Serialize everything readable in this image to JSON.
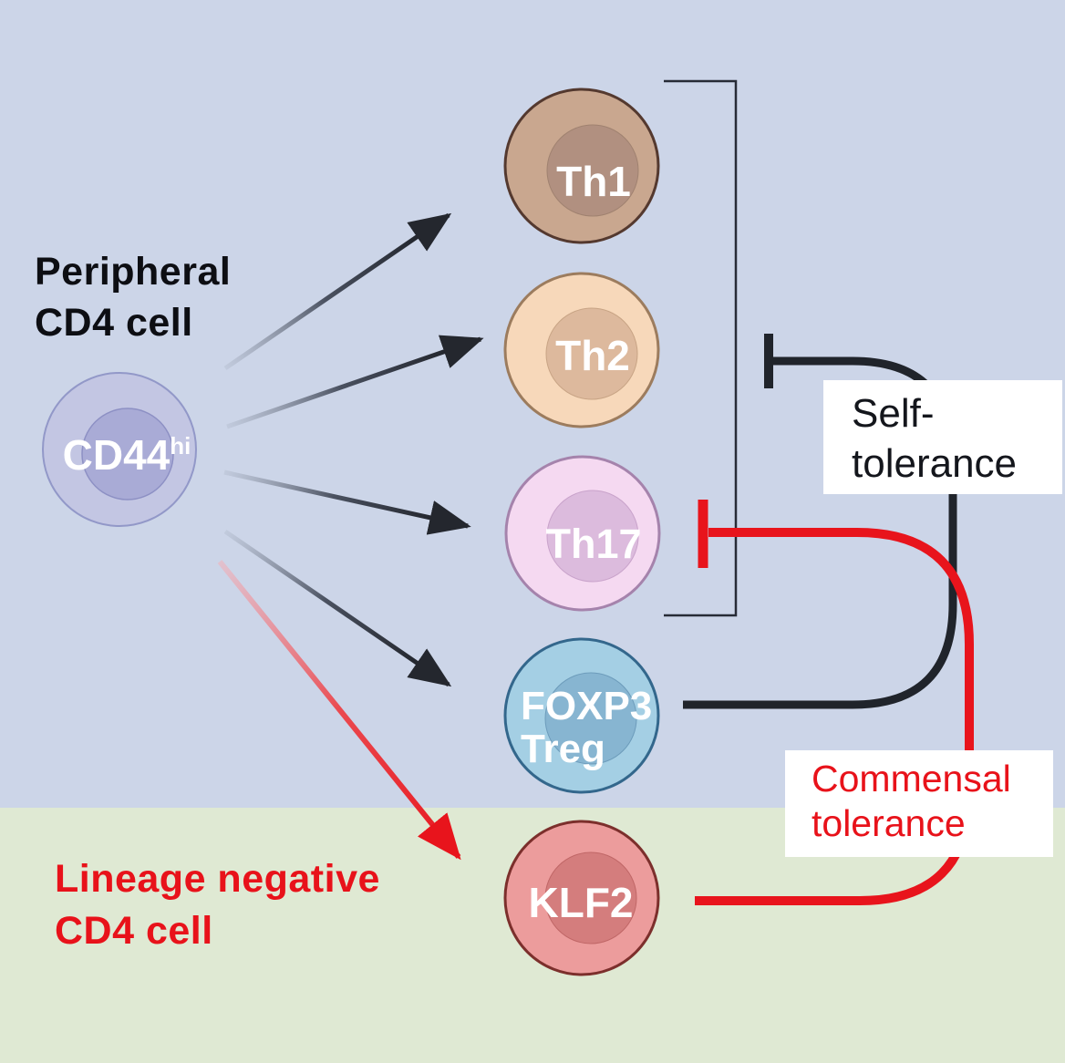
{
  "figure": {
    "peripheral_label": "Peripheral\nCD4 cell",
    "lineage_label": "Lineage negative\nCD4 cell"
  },
  "boxes": {
    "self_tolerance_label": "Self-\ntolerance",
    "commensal_tolerance_label": "Commensal\ntolerance"
  },
  "cells": {
    "cd44": {
      "label": "CD44",
      "sup": "hi",
      "outer_color": "#c3c6e3",
      "inner_color": "#a9abd6"
    },
    "th1": {
      "label": "Th1",
      "outer_color": "#c9a78f",
      "inner_color": "#b19080"
    },
    "th2": {
      "label": "Th2",
      "outer_color": "#f7d8ba",
      "inner_color": "#ddb99d"
    },
    "th17": {
      "label": "Th17",
      "outer_color": "#f5d9f1",
      "inner_color": "#dcbbdd"
    },
    "foxp3": {
      "label": "FOXP3\nTreg",
      "outer_color": "#a4cfe4",
      "inner_color": "#87b5d1"
    },
    "klf2": {
      "label": "KLF2",
      "outer_color": "#ec9c9c",
      "inner_color": "#d47d7d"
    }
  },
  "colors": {
    "bg_top": "#ccd5e8",
    "bg_bottom": "#dfe9d3",
    "black_line": "#20242b",
    "red_line": "#e8141c",
    "bracket": "#272b36",
    "arrow_black": "#24272e",
    "arrow_red": "#e8141c",
    "text_black": "#0d0e13",
    "text_red": "#e8121a",
    "cell_text": "#ffffff",
    "box_bg": "#ffffff"
  }
}
